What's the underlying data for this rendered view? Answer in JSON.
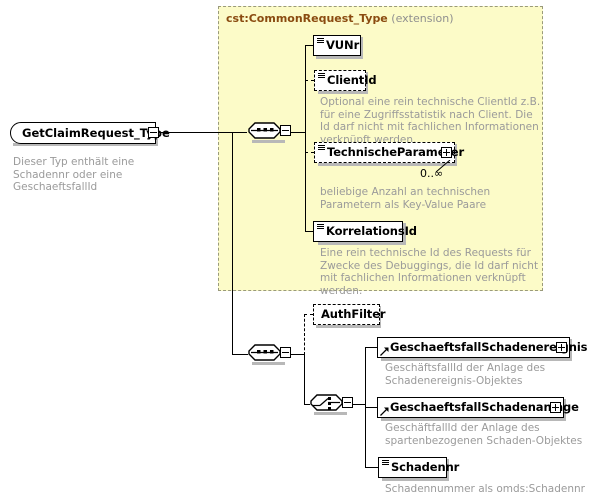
{
  "diagram": {
    "type": "xsd-schema-diagram",
    "root": {
      "name": "GetClaimRequest_Type",
      "annotation": "Dieser Typ enthält eine Schadennr oder eine GeschaeftsfallId",
      "expander": "minus"
    },
    "group": {
      "title_name": "cst:CommonRequest_Type",
      "title_kind": "(extension)",
      "background": "#fcfbc8",
      "border": "#9a9a7a",
      "title_color": "#8a4b10"
    },
    "compositors": {
      "sequence_top": {
        "kind": "sequence",
        "expander": "minus"
      },
      "sequence_bottom": {
        "kind": "sequence",
        "expander": "minus"
      },
      "choice": {
        "kind": "choice",
        "expander": "minus"
      }
    },
    "elements": {
      "vunr": {
        "label": "VUNr",
        "optional": false,
        "expander": null,
        "cardinality": null,
        "annotation": null
      },
      "clientid": {
        "label": "ClientId",
        "optional": true,
        "expander": null,
        "cardinality": null,
        "annotation": "Optional eine rein technische ClientId z.B. für eine Zugriffsstatistik nach Client. Die Id darf nicht mit fachlichen Informationen verknüpft werden."
      },
      "technischeparameter": {
        "label": "TechnischeParameter",
        "optional": true,
        "expander": "plus",
        "cardinality": "0..∞",
        "annotation": "beliebige Anzahl an technischen Parametern als Key-Value Paare"
      },
      "korrelationsid": {
        "label": "KorrelationsId",
        "optional": false,
        "expander": null,
        "cardinality": null,
        "annotation": "Eine rein technische Id des Requests für Zwecke des Debuggings, die Id darf nicht mit fachlichen Informationen verknüpft werden."
      },
      "authfilter": {
        "label": "AuthFilter",
        "optional": true,
        "expander": null,
        "cardinality": null,
        "annotation": null
      },
      "geschaeftsfallschadenereignis": {
        "label": "GeschaeftsfallSchadenereignis",
        "optional": false,
        "reference": true,
        "expander": "plus",
        "cardinality": null,
        "annotation": "GeschäftsfallId der Anlage des Schadenereignis-Objektes"
      },
      "geschaeftsfallschadenanlage": {
        "label": "GeschaeftsfallSchadenanlage",
        "optional": false,
        "reference": true,
        "expander": "plus",
        "cardinality": null,
        "annotation": "GeschäftfallId der Anlage des spartenbezogenen Schaden-Objektes"
      },
      "schadennr": {
        "label": "Schadennr",
        "optional": false,
        "expander": null,
        "cardinality": null,
        "annotation": "Schadennummer als omds:Schadennr"
      }
    }
  }
}
